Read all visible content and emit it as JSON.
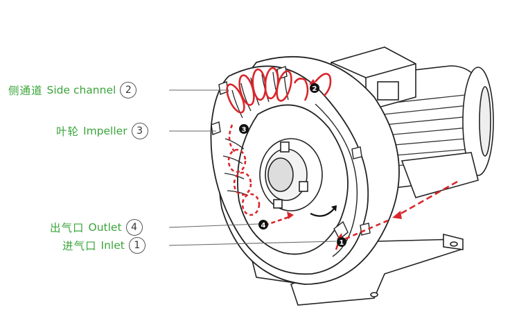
{
  "labels": [
    {
      "zh": "侧通道",
      "en": "Side channel",
      "num": "2"
    },
    {
      "zh": "叶轮",
      "en": "Impeller",
      "num": "3"
    },
    {
      "zh": "出气口",
      "en": "Outlet",
      "num": "4"
    },
    {
      "zh": "进气口",
      "en": "Inlet",
      "num": "1"
    }
  ],
  "markers": [
    "1",
    "2",
    "3",
    "4"
  ],
  "colors": {
    "label_text": "#3aa53a",
    "flow_path": "#d9262b",
    "outline": "#222222",
    "marker_fill": "#111111"
  }
}
